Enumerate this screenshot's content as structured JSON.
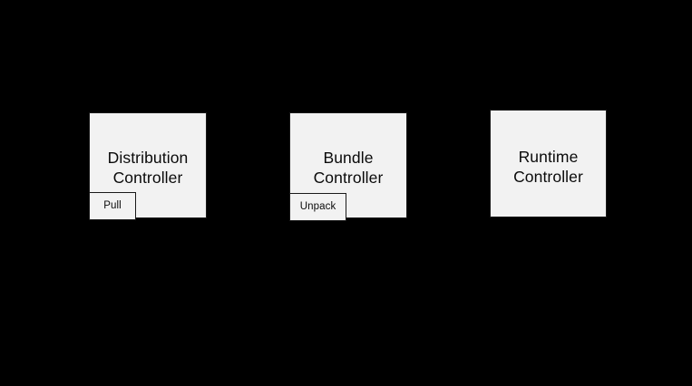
{
  "diagram": {
    "background_color": "#000000",
    "node_fill_color": "#f2f2f2",
    "node_border_color": "#1a1a1a",
    "text_color": "#0a0a0a",
    "nodes": [
      {
        "id": "distribution",
        "label": "Distribution\nController",
        "sub": {
          "id": "pull",
          "label": "Pull"
        }
      },
      {
        "id": "bundle",
        "label": "Bundle\nController",
        "sub": {
          "id": "unpack",
          "label": "Unpack"
        }
      },
      {
        "id": "runtime",
        "label": "Runtime\nController",
        "sub": null
      }
    ]
  }
}
